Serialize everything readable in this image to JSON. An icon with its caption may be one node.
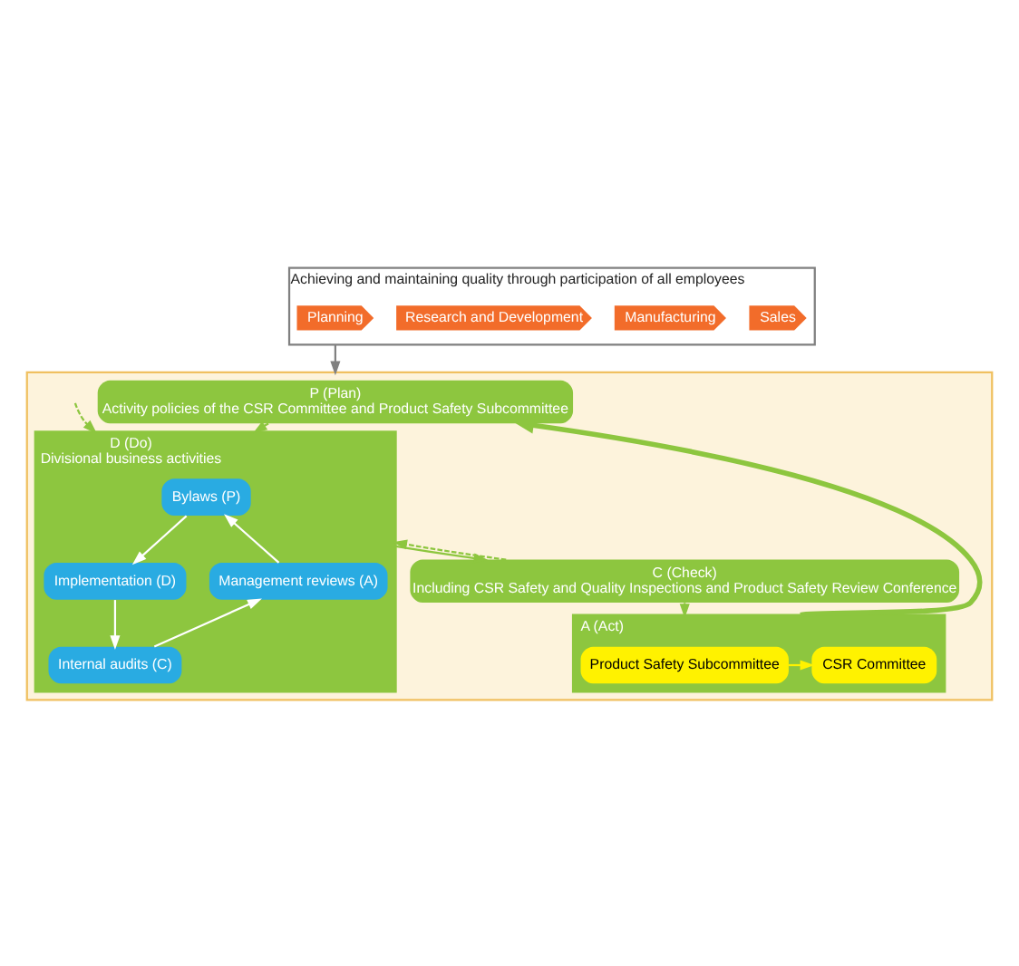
{
  "diagram": {
    "nodes": [
      {
        "text": [
          "Achieving and maintaining quality through participation of all employees"
        ]
      },
      {
        "text": [
          "Planning"
        ],
        "in": 0
      },
      {
        "text": [
          "Research and Development"
        ],
        "in": 0
      },
      {
        "text": [
          "Manufacturing"
        ],
        "in": 0
      },
      {
        "text": [
          "Sales"
        ],
        "in": 0
      },
      {
        "text": [],
        "shape": "box"
      },
      {
        "text": [
          "P (Plan)",
          "Activity policies of the CSR Committee and Product Safety Subcommittee"
        ],
        "in": 5
      },
      {
        "text": [
          "D (Do)",
          "Divisional business activities"
        ],
        "in": 5
      },
      {
        "text": [
          "Bylaws (P)"
        ],
        "in": 7
      },
      {
        "text": [
          "Management reviews (A)"
        ],
        "in": 7
      },
      {
        "text": [
          "Implementation (D)"
        ],
        "in": 7
      },
      {
        "text": [
          "Internal audits (C)"
        ],
        "in": 7
      },
      {
        "text": [
          "C (Check)",
          "Including CSR Safety and Quality Inspections and Product Safety Review Conference"
        ],
        "in": 5
      },
      {
        "text": [
          "A (Act)"
        ],
        "in": 5
      },
      {
        "text": [
          "Product Safety Subcommittee"
        ],
        "in": 13
      },
      {
        "text": [
          "CSR Committee"
        ],
        "in": 13
      }
    ],
    "edges": [
      {
        "from": 0,
        "to": 5,
        "arrow": "to",
        "color": "#808080"
      },
      {
        "from": 6,
        "to": 7,
        "arrow": "to",
        "color": "#8dc63f"
      },
      {
        "from": null,
        "to": 7,
        "arrow": "to",
        "style": "dashed",
        "color": "#8dc63f"
      },
      {
        "from": 8,
        "to": 10,
        "arrow": "to",
        "color": "#ffffff"
      },
      {
        "from": 10,
        "to": 11,
        "arrow": "to",
        "color": "#ffffff"
      },
      {
        "from": 11,
        "to": 9,
        "arrow": "to",
        "color": "#ffffff"
      },
      {
        "from": 9,
        "to": 8,
        "arrow": "to",
        "color": "#ffffff"
      },
      {
        "from": 7,
        "to": 12,
        "arrow": "to",
        "color": "#8dc63f"
      },
      {
        "from": 12,
        "to": 7,
        "arrow": "to",
        "style": "dashed",
        "color": "#8dc63f"
      },
      {
        "from": 12,
        "to": 13,
        "arrow": "to",
        "color": "#8dc63f"
      },
      {
        "from": 14,
        "to": 15,
        "arrow": "to",
        "color": "#fff200"
      },
      {
        "from": 13,
        "to": 6,
        "arrow": "to",
        "style": "thick",
        "color": "#8dc63f"
      }
    ]
  }
}
